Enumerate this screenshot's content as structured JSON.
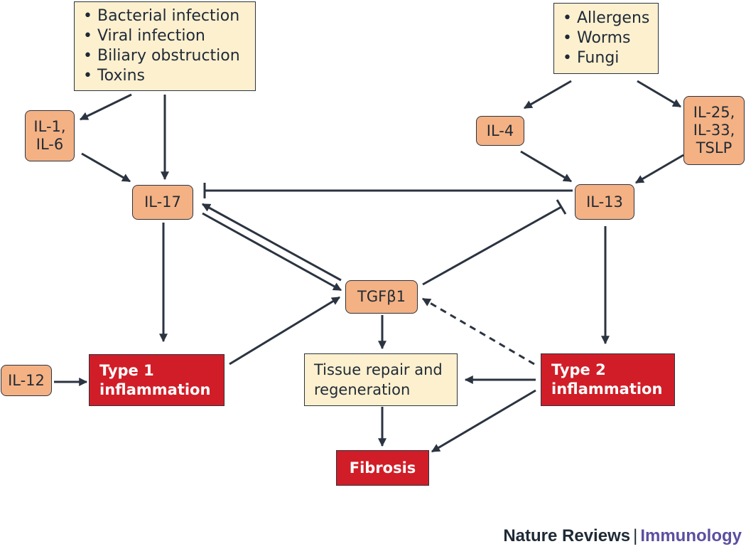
{
  "sources_left": [
    "Bacterial infection",
    "Viral infection",
    "Biliary obstruction",
    "Toxins"
  ],
  "sources_right": [
    "Allergens",
    "Worms",
    "Fungi"
  ],
  "nodes": {
    "il1": "IL-1,",
    "il6": "IL-6",
    "il17": "IL-17",
    "il4": "IL-4",
    "il25": "IL-25,",
    "il33": "IL-33,",
    "tslp": "TSLP",
    "il13": "IL-13",
    "tgfb1": "TGFβ1",
    "il12": "IL-12",
    "type1_line1": "Type 1",
    "type1_line2": "inflammation",
    "repair_line1": "Tissue repair and",
    "repair_line2": "regeneration",
    "type2_line1": "Type 2",
    "type2_line2": "inflammation",
    "fibrosis": "Fibrosis"
  },
  "colors": {
    "source_fill": "#fdf0cf",
    "cytokine_fill": "#f4b183",
    "inflammation_fill": "#d11d27",
    "arrow": "#2b3440"
  },
  "footer": {
    "publisher": "Nature Reviews",
    "separator": "|",
    "journal": "Immunology"
  }
}
